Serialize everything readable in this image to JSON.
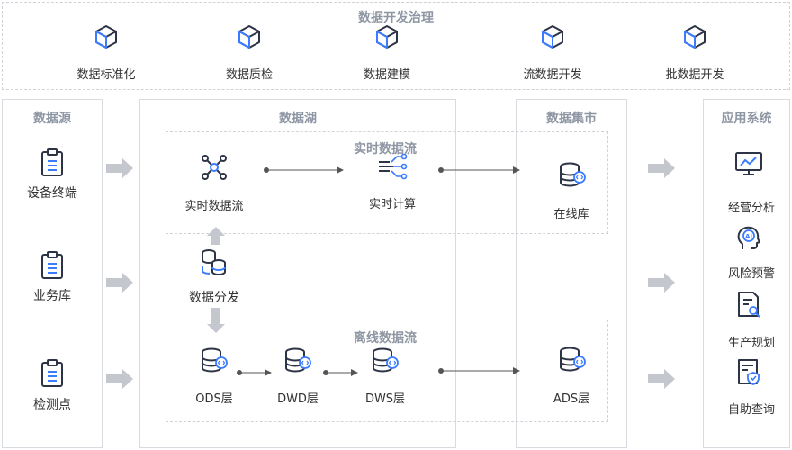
{
  "governance": {
    "title": "数据开发治理",
    "items": [
      "数据标准化",
      "数据质检",
      "数据建模",
      "流数据开发",
      "批数据开发"
    ]
  },
  "source": {
    "title": "数据源",
    "items": [
      "设备终端",
      "业务库",
      "检测点"
    ]
  },
  "lake": {
    "title": "数据湖",
    "realtime_title": "实时数据流",
    "realtime_node": "实时数据流",
    "compute_node": "实时计算",
    "distribute_node": "数据分发",
    "offline_title": "离线数据流",
    "ods": "ODS层",
    "dwd": "DWD层",
    "dws": "DWS层"
  },
  "mart": {
    "title": "数据集市",
    "online": "在线库",
    "ads": "ADS层"
  },
  "apps": {
    "title": "应用系统",
    "items": [
      "经营分析",
      "风险预警",
      "生产规划",
      "自助查询"
    ]
  },
  "colors": {
    "accent": "#3a7bff",
    "icon": "#2d3446",
    "border": "#cfd3d9",
    "title": "#8e96a3",
    "arrow": "#c4c8ce"
  }
}
